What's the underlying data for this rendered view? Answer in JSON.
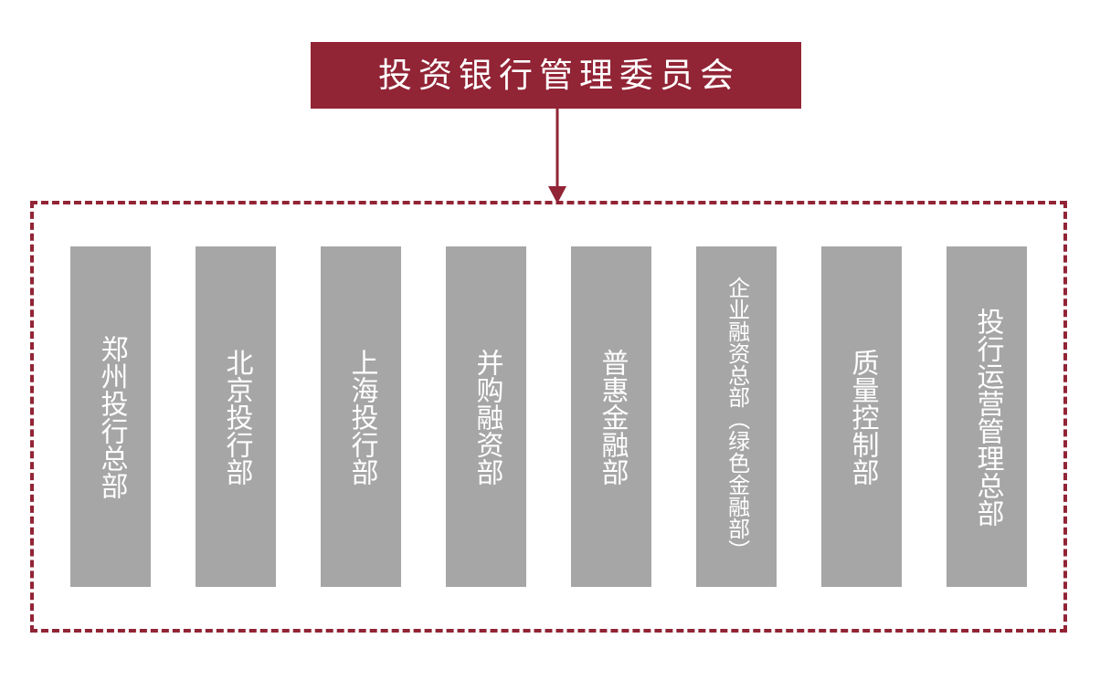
{
  "diagram": {
    "type": "organization-chart",
    "colors": {
      "accent_red": "#912435",
      "box_gray": "#A6A6A6",
      "text_white": "#FFFFFF",
      "background": "#FFFFFF"
    },
    "root": {
      "label": "投资银行管理委员会"
    },
    "connector": {
      "icon": "down-arrow-icon"
    },
    "group": {
      "border_style": "dashed",
      "departments": [
        {
          "label": "郑州投行总部",
          "char_count": 6,
          "size": "normal"
        },
        {
          "label": "北京投行部",
          "char_count": 5,
          "size": "normal"
        },
        {
          "label": "上海投行部",
          "char_count": 5,
          "size": "normal"
        },
        {
          "label": "并购融资部",
          "char_count": 5,
          "size": "normal"
        },
        {
          "label": "普惠金融部",
          "char_count": 5,
          "size": "normal"
        },
        {
          "label": "企业融资总部（绿色金融部）",
          "char_count": 13,
          "size": "small"
        },
        {
          "label": "质量控制部",
          "char_count": 5,
          "size": "normal"
        },
        {
          "label": "投行运营管理总部",
          "char_count": 8,
          "size": "normal"
        }
      ]
    }
  }
}
